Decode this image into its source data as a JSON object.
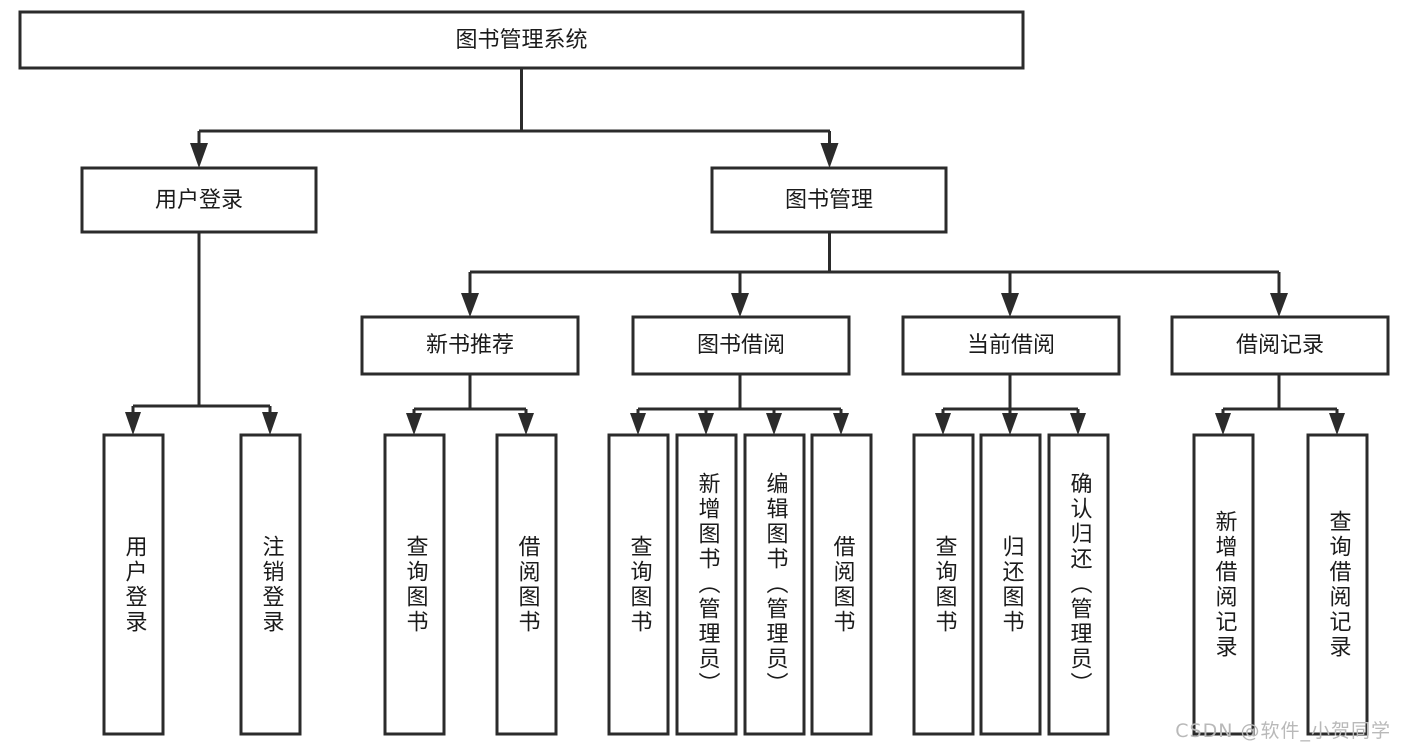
{
  "diagram": {
    "title": "图书管理系统",
    "type": "hierarchy-tree",
    "orientation": "top-down",
    "colors": {
      "box_fill": "#ffffff",
      "box_stroke": "#2b2b2b",
      "text": "#1b1b1b",
      "connector": "#2b2b2b",
      "watermark": "#b9b9b9",
      "background": "#ffffff"
    }
  },
  "root": {
    "label": "图书管理系统"
  },
  "level2": [
    {
      "label": "用户登录"
    },
    {
      "label": "图书管理"
    }
  ],
  "level3": [
    {
      "label": "新书推荐"
    },
    {
      "label": "图书借阅"
    },
    {
      "label": "当前借阅"
    },
    {
      "label": "借阅记录"
    }
  ],
  "leaves": {
    "user_login": [
      {
        "label": "用户登录"
      },
      {
        "label": "注销登录"
      }
    ],
    "new_book_recommend": [
      {
        "label": "查询图书"
      },
      {
        "label": "借阅图书"
      }
    ],
    "book_borrow": [
      {
        "label": "查询图书"
      },
      {
        "label": "新增图书（管理员）"
      },
      {
        "label": "编辑图书（管理员）"
      },
      {
        "label": "借阅图书"
      }
    ],
    "current_borrow": [
      {
        "label": "查询图书"
      },
      {
        "label": "归还图书"
      },
      {
        "label": "确认归还（管理员）"
      }
    ],
    "borrow_record": [
      {
        "label": "新增借阅记录"
      },
      {
        "label": "查询借阅记录"
      }
    ]
  },
  "watermark": {
    "text": "CSDN @软件_小贺同学"
  }
}
